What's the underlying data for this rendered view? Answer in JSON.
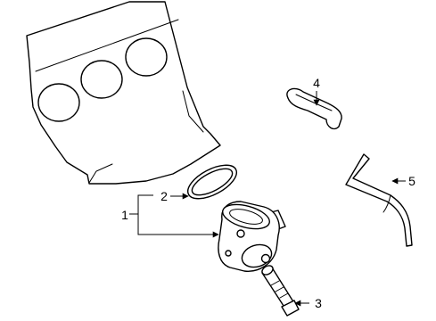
{
  "diagram": {
    "callouts": [
      {
        "id": "1",
        "text": "1"
      },
      {
        "id": "2",
        "text": "2"
      },
      {
        "id": "3",
        "text": "3"
      },
      {
        "id": "4",
        "text": "4"
      },
      {
        "id": "5",
        "text": "5"
      }
    ],
    "colors": {
      "line": "#000000",
      "background": "#ffffff"
    }
  }
}
